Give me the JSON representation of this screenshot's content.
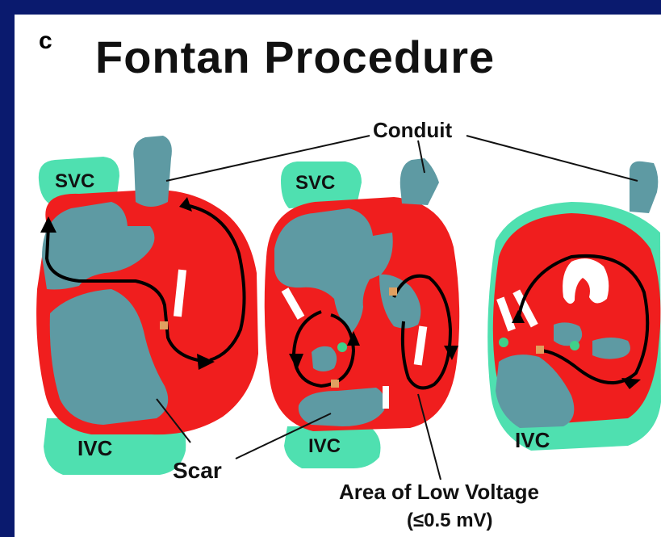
{
  "panel_letter": "c",
  "title": "Fontan Procedure",
  "labels": {
    "conduit": "Conduit",
    "svc_left": "SVC",
    "svc_middle": "SVC",
    "ivc_left": "IVC",
    "ivc_middle": "IVC",
    "ivc_right": "IVC",
    "scar": "Scar",
    "low_voltage_line1": "Area of Low Voltage",
    "low_voltage_line2": "(≤0.5 mV)"
  },
  "colors": {
    "background": "#0a1a6e",
    "voltage_area": "#f01e1e",
    "scar": "#5e9aa3",
    "vessel_outline": "#4fe0b0",
    "arrow": "#000000",
    "site_marker": "#3fd08a"
  }
}
